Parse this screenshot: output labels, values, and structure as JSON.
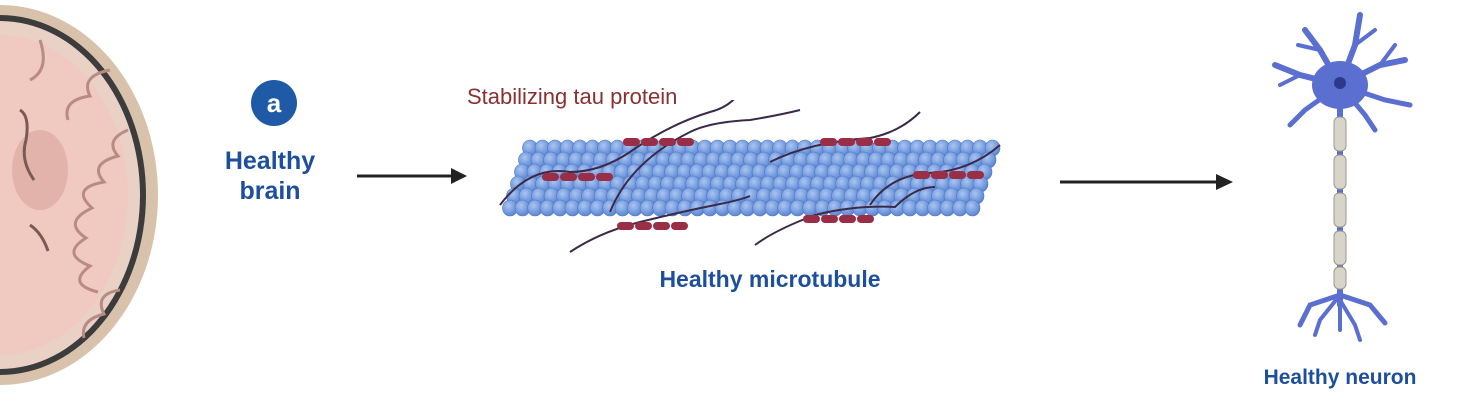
{
  "panel": {
    "badge": "a"
  },
  "brain": {
    "label": "Healthy\nbrain"
  },
  "microtubule": {
    "tau_label": "Stabilizing tau protein",
    "label": "Healthy microtubule"
  },
  "neuron": {
    "label": "Healthy neuron"
  },
  "colors": {
    "label_blue": "#1d4f9c",
    "badge_blue": "#1f5aa6",
    "tau_red": "#8b2f2f",
    "tubulin_blue": "#6e9ae0",
    "neuron_blue": "#5a6fd0",
    "brain_tissue": "#e8c9bf"
  }
}
